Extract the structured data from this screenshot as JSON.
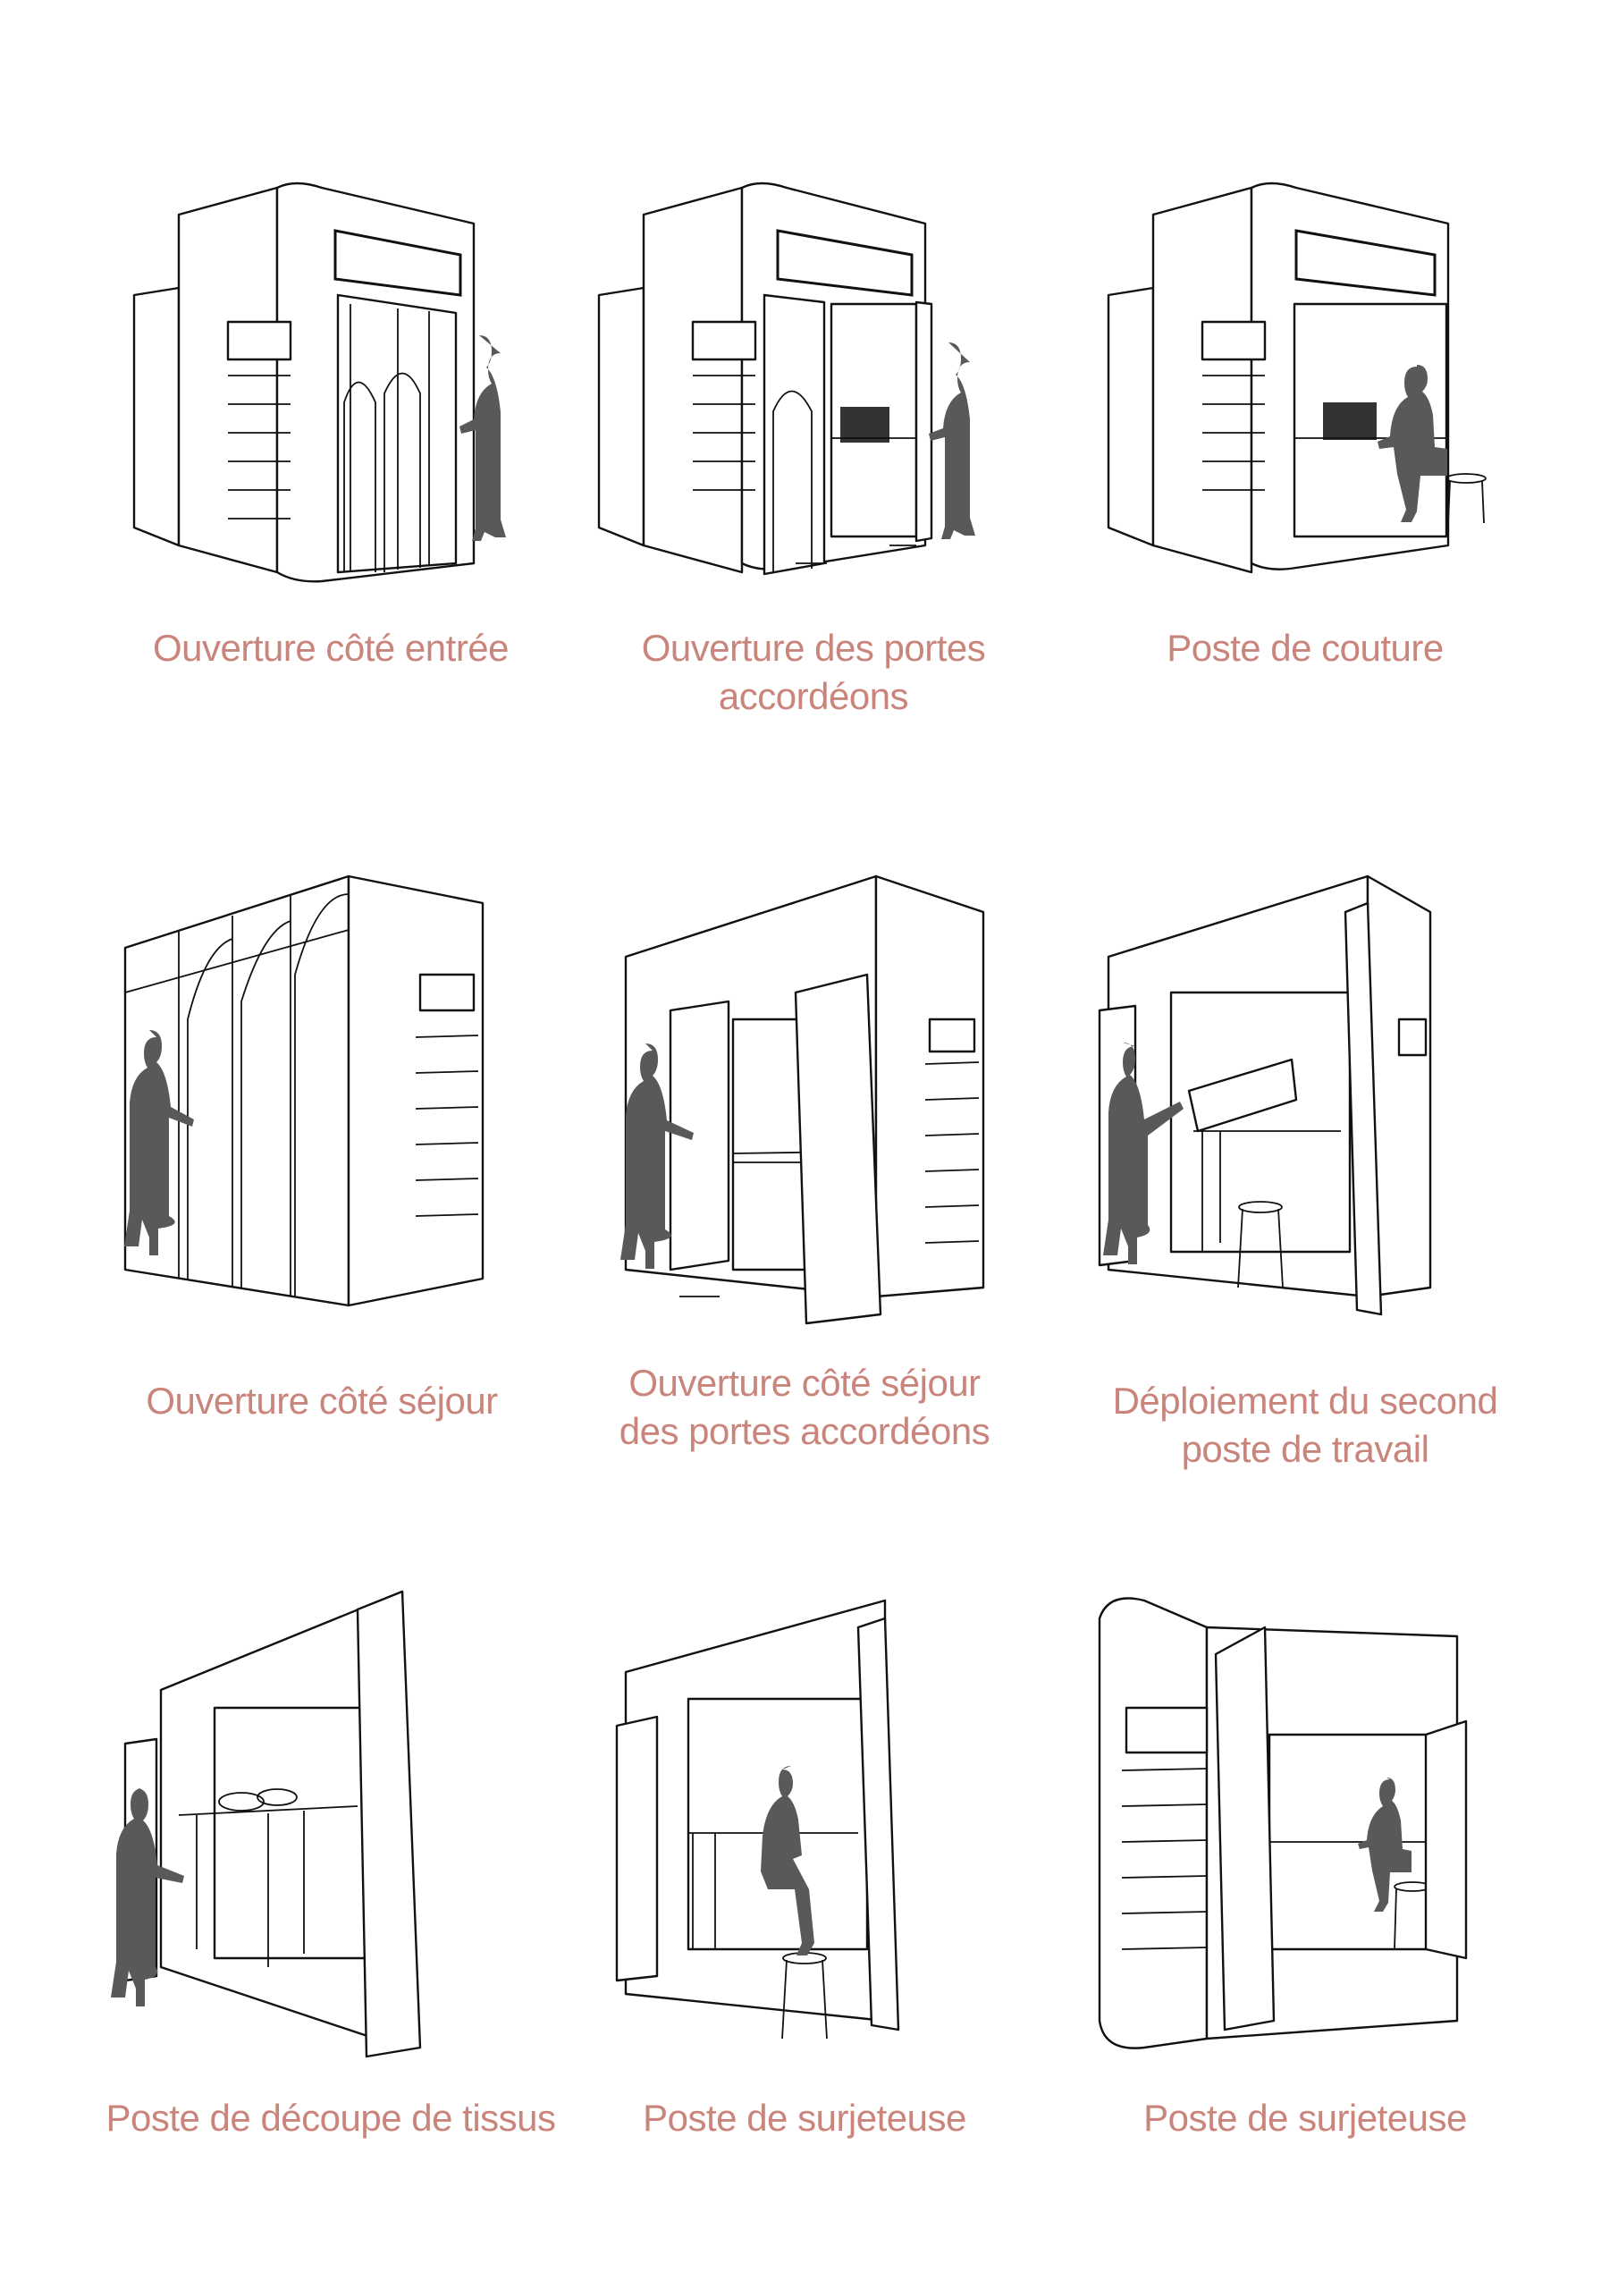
{
  "panels": [
    {
      "id": "p1",
      "caption": [
        "Ouverture côté entrée"
      ]
    },
    {
      "id": "p2",
      "caption": [
        "Ouverture des portes accordéons"
      ]
    },
    {
      "id": "p3",
      "caption": [
        "Poste de couture"
      ]
    },
    {
      "id": "p4",
      "caption": [
        "Ouverture côté séjour"
      ]
    },
    {
      "id": "p5",
      "caption": [
        "Ouverture côté séjour",
        "des portes accordéons"
      ]
    },
    {
      "id": "p6",
      "caption": [
        "Déploiement du second",
        "poste de travail"
      ]
    },
    {
      "id": "p7",
      "caption": [
        "Poste de découpe de tissus"
      ]
    },
    {
      "id": "p8",
      "caption": [
        "Poste de surjeteuse"
      ]
    },
    {
      "id": "p9",
      "caption": [
        "Poste de surjeteuse"
      ]
    }
  ],
  "colors": {
    "caption": "#c9857c",
    "silhouette": "#595959",
    "line": "#111111"
  }
}
